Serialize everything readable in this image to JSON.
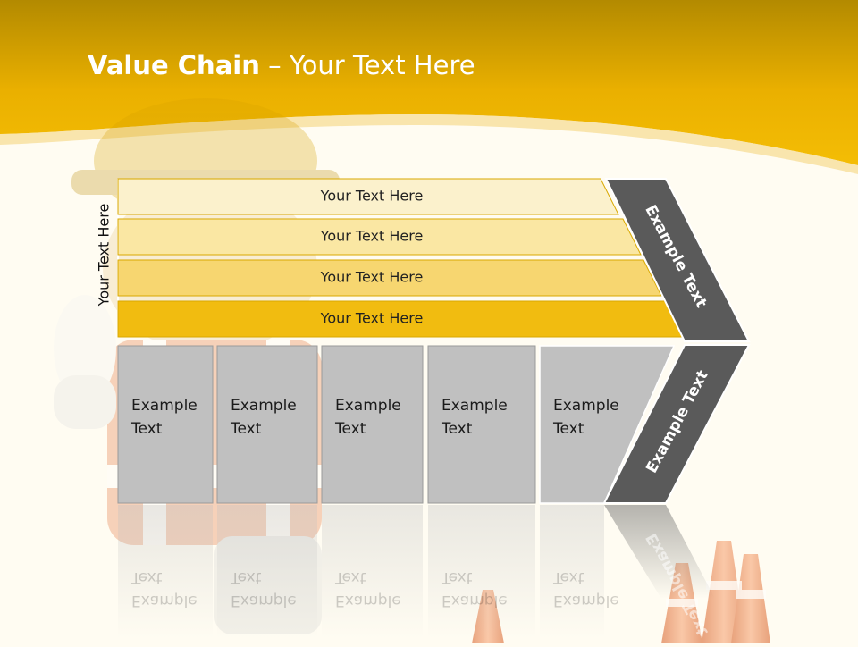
{
  "slide": {
    "title_bold": "Value Chain",
    "title_rest": " – Your Text Here",
    "side_label": "Your Text Here"
  },
  "support_rows": [
    {
      "label": "Your Text Here",
      "fill": "#fbf1cc"
    },
    {
      "label": "Your Text Here",
      "fill": "#fae7a3"
    },
    {
      "label": "Your Text Here",
      "fill": "#f7d670"
    },
    {
      "label": "Your Text Here",
      "fill": "#f1bc10"
    }
  ],
  "primary_boxes": [
    {
      "line1": "Example",
      "line2": "Text"
    },
    {
      "line1": "Example",
      "line2": "Text"
    },
    {
      "line1": "Example",
      "line2": "Text"
    },
    {
      "line1": "Example",
      "line2": "Text"
    },
    {
      "line1": "Example",
      "line2": "Text"
    }
  ],
  "margin_arrow": {
    "top_label": "Example Text",
    "bottom_label": "Example Text",
    "color": "#5a5a5a"
  },
  "colors": {
    "header_gold": "#f0b400",
    "background": "#fffcf2",
    "box_gray": "#c0c0c0"
  }
}
